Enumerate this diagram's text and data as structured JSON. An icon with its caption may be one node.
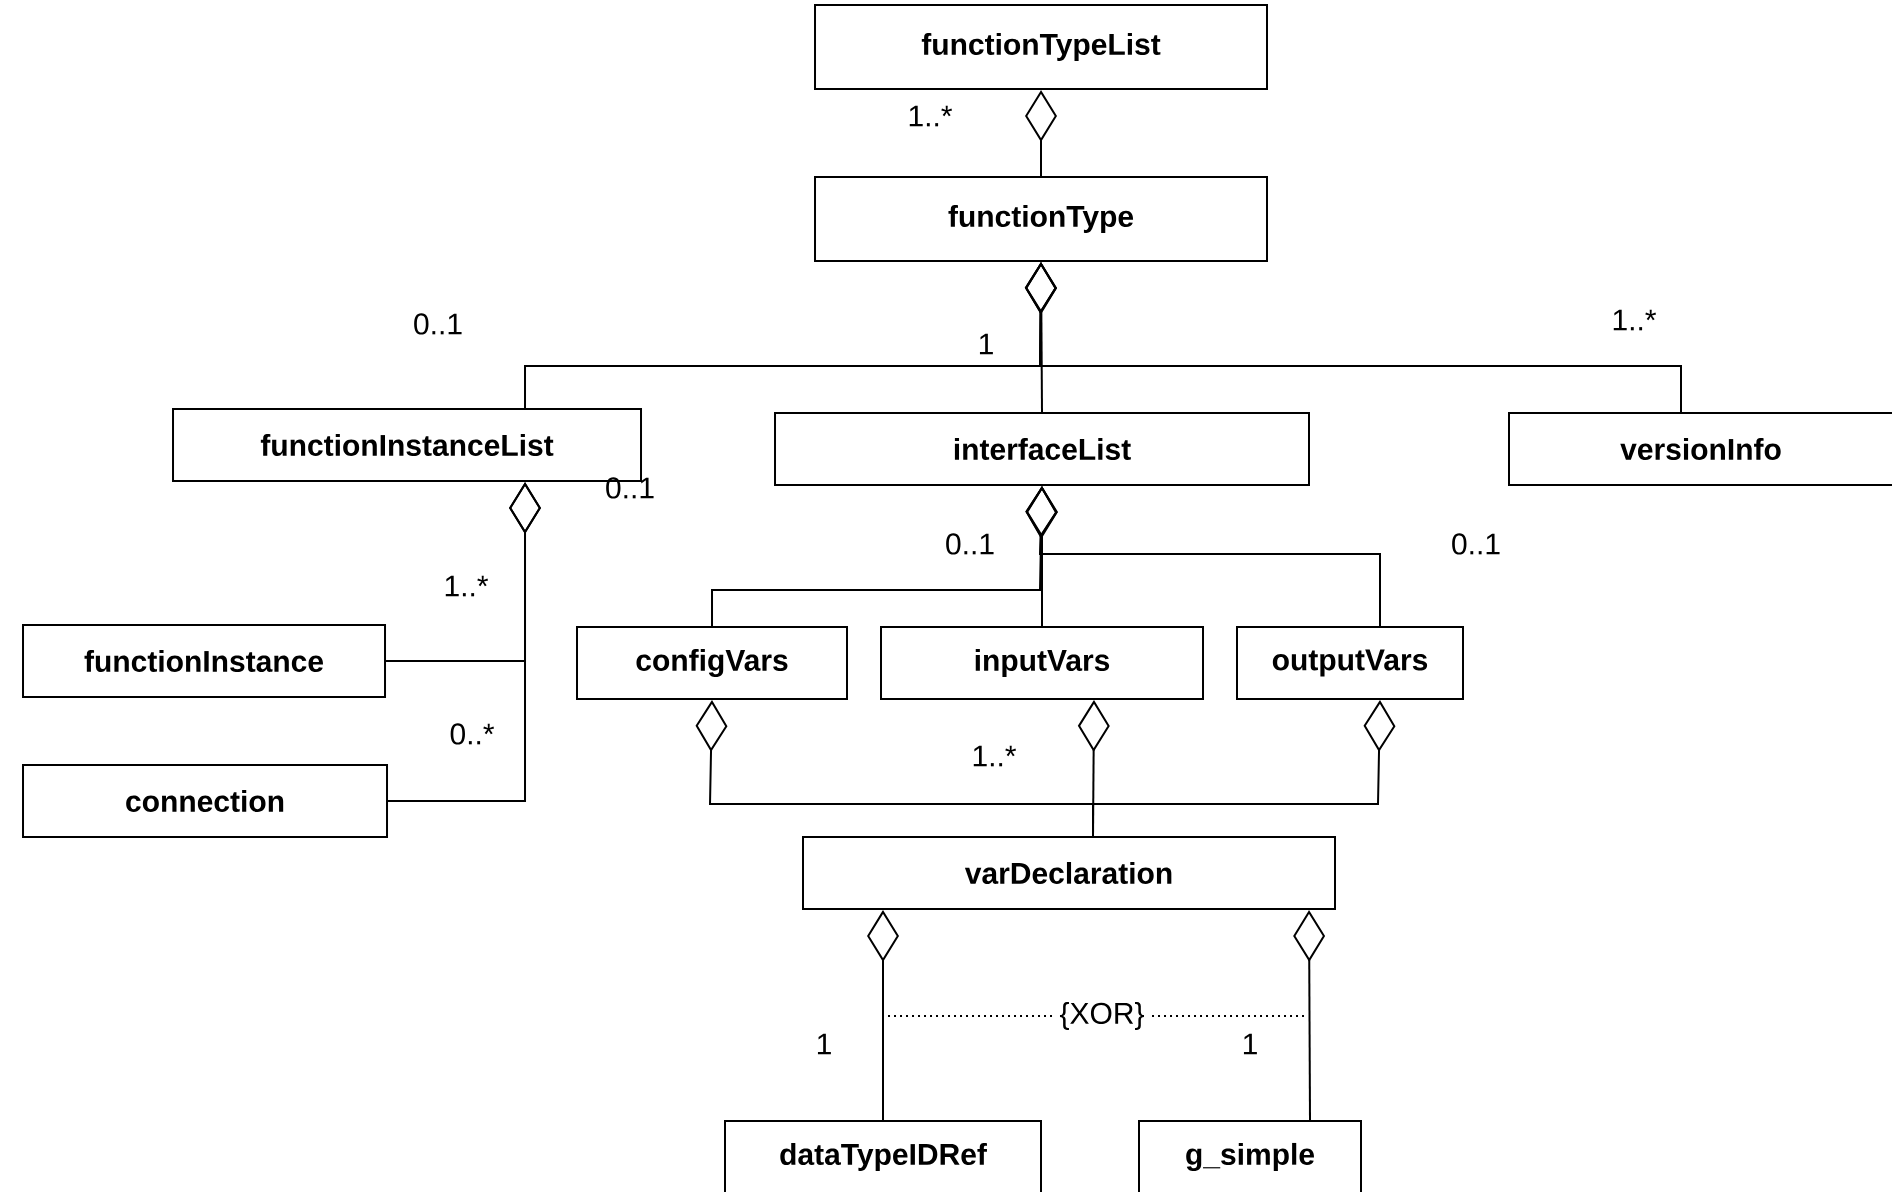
{
  "diagram": {
    "nodes": [
      {
        "text": [
          "functionTypeList"
        ]
      },
      {
        "text": [
          "functionType"
        ]
      },
      {
        "text": [
          "functionInstanceList"
        ]
      },
      {
        "text": [
          "interfaceList"
        ]
      },
      {
        "text": [
          "versionInfo"
        ]
      },
      {
        "text": [
          "functionInstance"
        ]
      },
      {
        "text": [
          "configVars"
        ]
      },
      {
        "text": [
          "inputVars"
        ]
      },
      {
        "text": [
          "outputVars"
        ]
      },
      {
        "text": [
          "connection"
        ]
      },
      {
        "text": [
          "varDeclaration"
        ]
      },
      {
        "text": [
          "dataTypeIDRef"
        ]
      },
      {
        "text": [
          "g_simple"
        ]
      }
    ],
    "edges": [
      {
        "from": 0,
        "to": 1,
        "arrow": "other"
      },
      {
        "from": 1,
        "to": 2,
        "arrow": "other"
      },
      {
        "from": 1,
        "to": 3,
        "arrow": "other"
      },
      {
        "from": 1,
        "to": 4,
        "arrow": "other"
      },
      {
        "from": 2,
        "to": 5,
        "arrow": "other"
      },
      {
        "from": 2,
        "to": 9,
        "arrow": "other"
      },
      {
        "from": 3,
        "to": 6,
        "arrow": "other"
      },
      {
        "from": 3,
        "to": 7,
        "arrow": "other"
      },
      {
        "from": 3,
        "to": 8,
        "arrow": "other"
      },
      {
        "from": 6,
        "to": 10,
        "arrow": "other"
      },
      {
        "from": 7,
        "to": 10,
        "arrow": "other"
      },
      {
        "from": 8,
        "to": 10,
        "arrow": "other"
      },
      {
        "from": 10,
        "to": 11,
        "arrow": "other"
      },
      {
        "from": 10,
        "to": 12,
        "arrow": "other"
      }
    ],
    "labels": [
      "1..*",
      "0..1",
      "1",
      "1..*",
      "0..1",
      "0..1",
      "0..1",
      "1..*",
      "0..*",
      "1..*",
      "1",
      "{XOR}",
      "1"
    ]
  }
}
